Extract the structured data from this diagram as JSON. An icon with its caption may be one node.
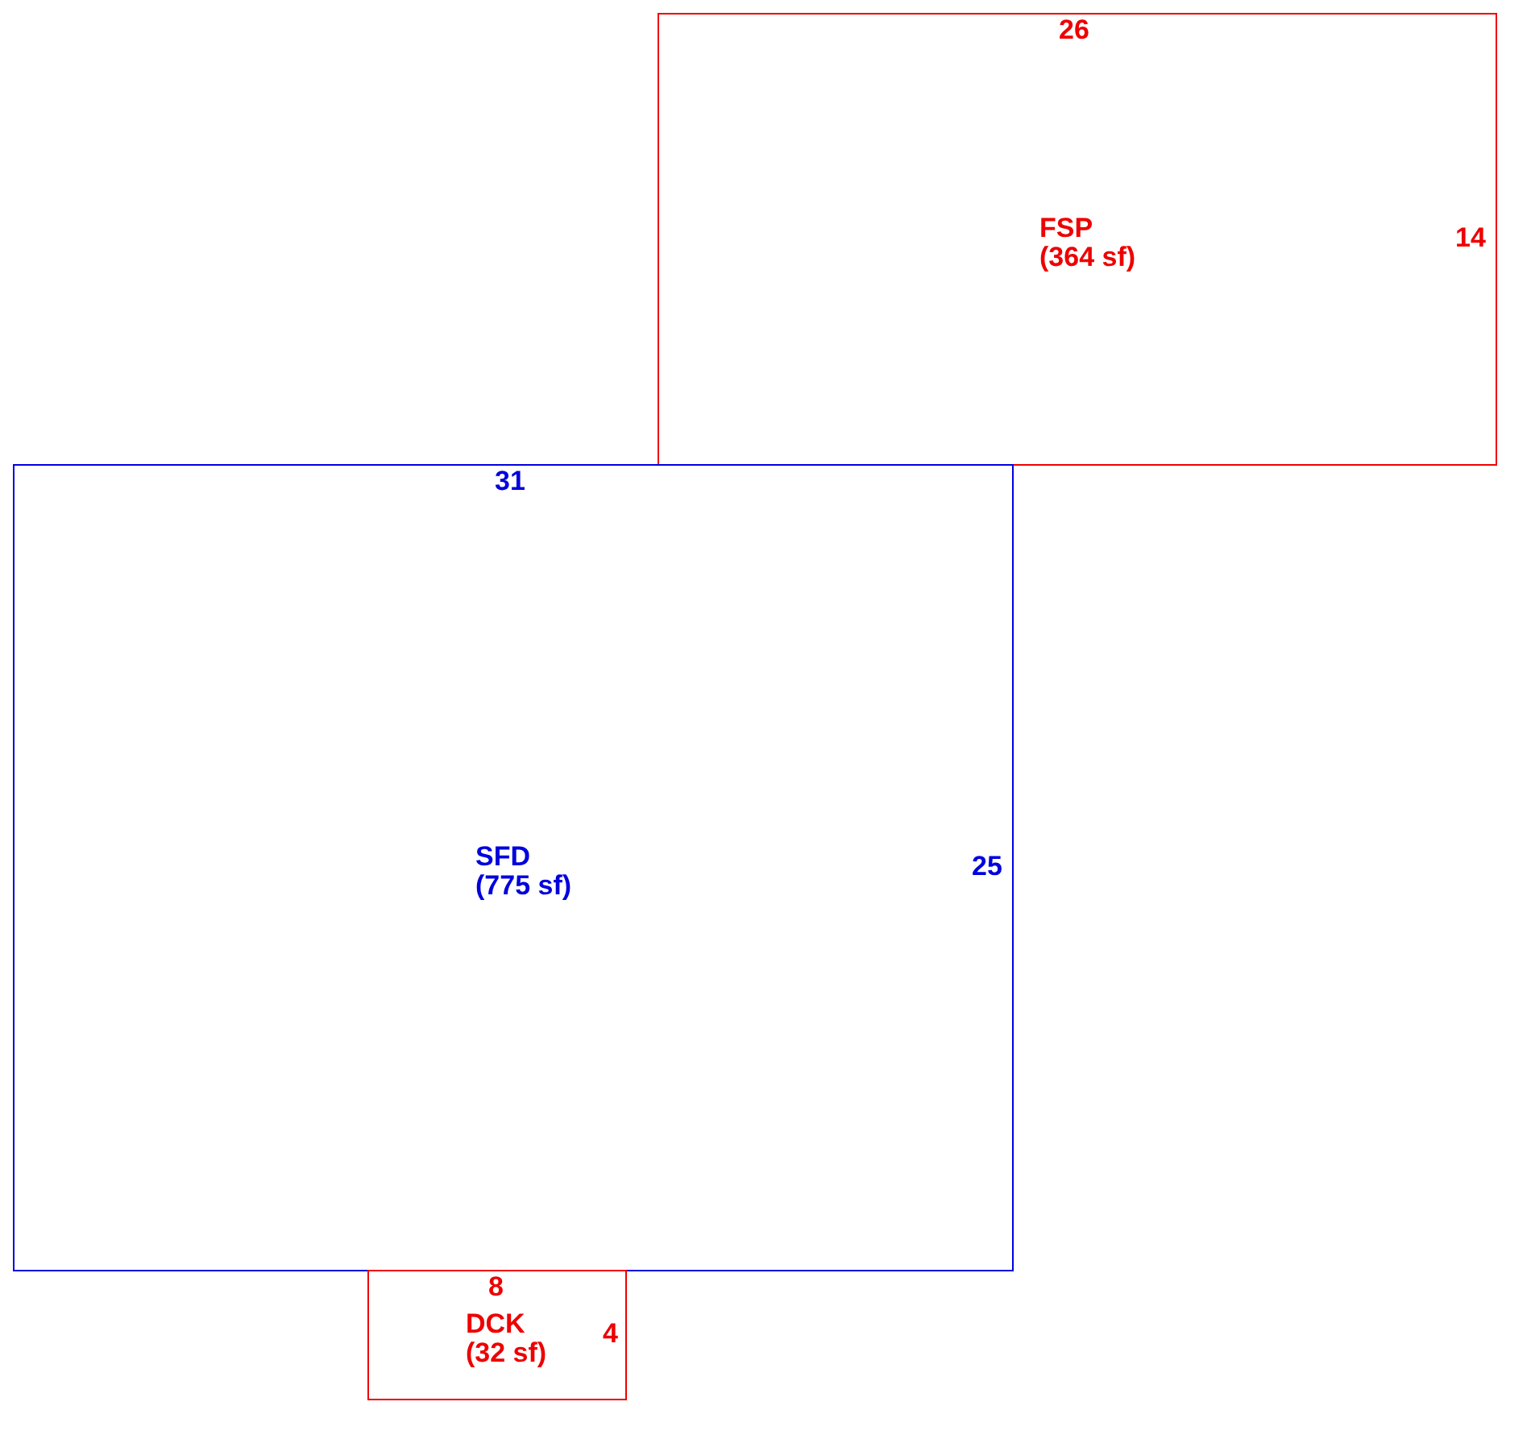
{
  "diagram": {
    "nodes": [
      {
        "text": [
          "FSP",
          "(364 sf)"
        ]
      },
      {
        "text": [
          "SFD",
          "(775 sf)"
        ]
      },
      {
        "text": [
          "DCK",
          "(32 sf)"
        ]
      }
    ],
    "labels": [
      "26",
      "14",
      "31",
      "25",
      "8",
      "4"
    ]
  }
}
